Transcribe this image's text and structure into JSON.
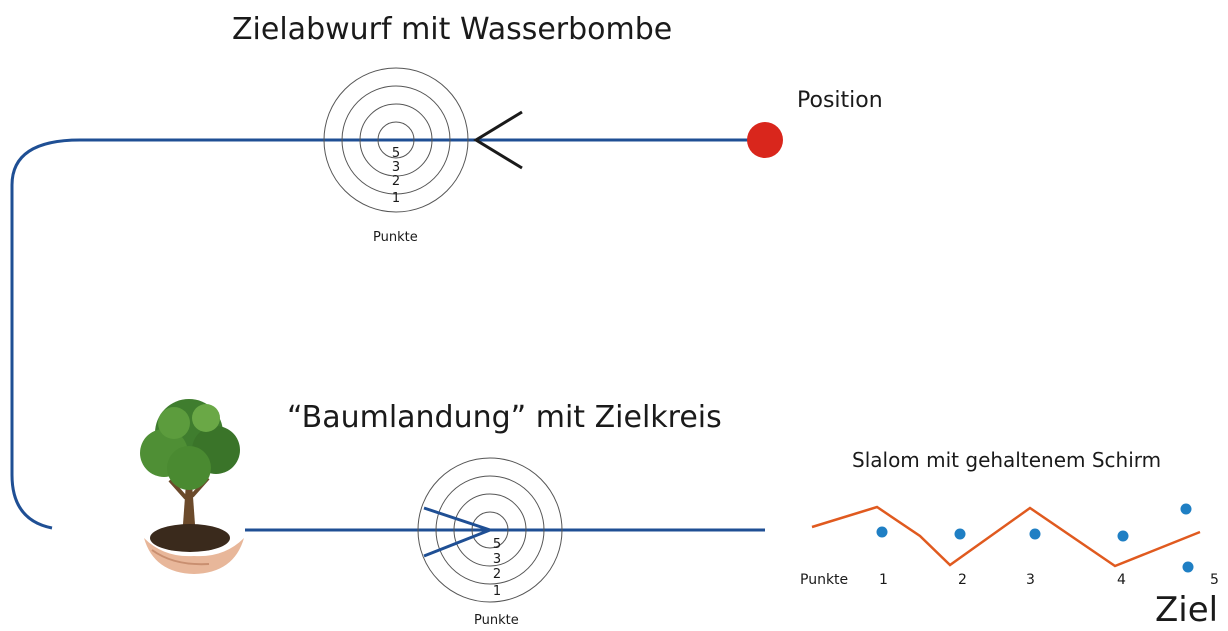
{
  "title_top": "Zielabwurf mit Wasserbombe",
  "position_label": "Position",
  "title_bottom": "“Baumlandung” mit Zielkreis",
  "slalom_title": "Slalom mit gehaltenem Schirm",
  "target_label": "Ziel",
  "points_word": "Punkte",
  "target_rings": [
    "5",
    "3",
    "2",
    "1"
  ],
  "slalom_points": [
    "1",
    "2",
    "3",
    "4",
    "5"
  ],
  "colors": {
    "route": "#1f4f94",
    "position_marker": "#d9261c",
    "slalom_line": "#e05a1f",
    "slalom_dots": "#1f7fc4",
    "rings": "#555555"
  }
}
